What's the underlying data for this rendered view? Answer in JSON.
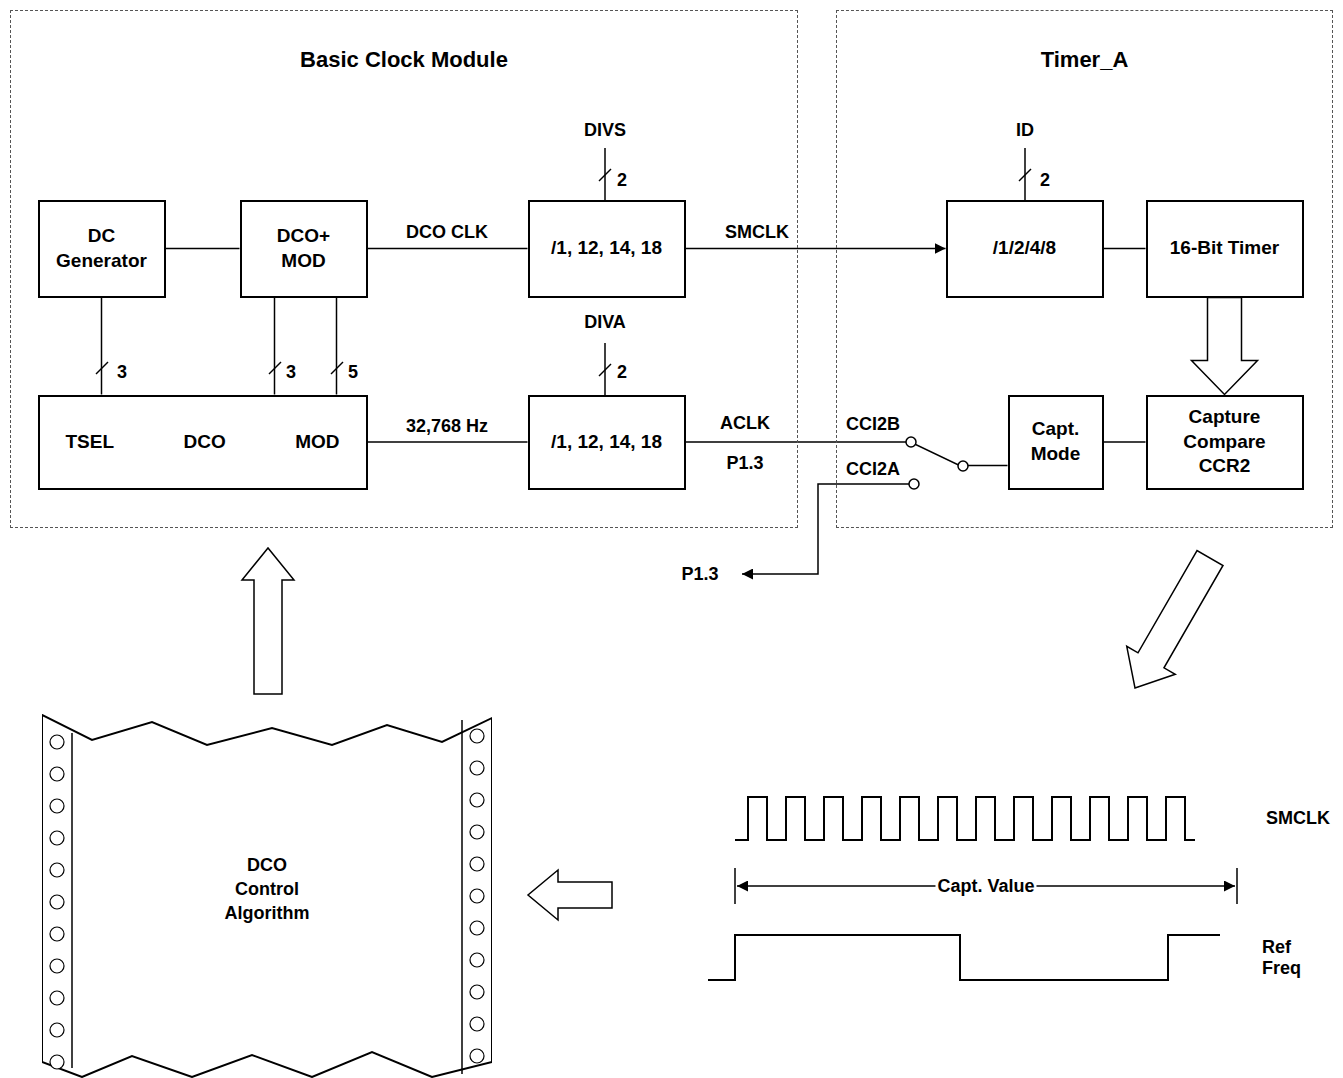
{
  "diagram": {
    "nodes": [
      {
        "text": [
          "Basic Clock Module"
        ]
      },
      {
        "text": [
          "DC Generator"
        ],
        "in": 0
      },
      {
        "text": [
          "DCO+ MOD"
        ],
        "in": 0
      },
      {
        "text": [
          "/1, 12, 14, 18"
        ],
        "in": 0
      },
      {
        "text": [
          "TSEL",
          "DCO",
          "MOD"
        ],
        "in": 0
      },
      {
        "text": [
          "/1, 12, 14, 18"
        ],
        "in": 0
      },
      {
        "text": [
          "Timer_A"
        ]
      },
      {
        "text": [
          "/1/2/4/8"
        ],
        "in": 6
      },
      {
        "text": [
          "16-Bit Timer"
        ],
        "in": 6
      },
      {
        "text": [
          "Capt. Mode"
        ],
        "in": 6
      },
      {
        "text": [
          "Capture Compare CCR2"
        ],
        "in": 6
      },
      {
        "text": [
          "DCO Control Algorithm"
        ]
      }
    ],
    "edges": [
      {
        "from": 1,
        "to": 2,
        "arrow": "none"
      },
      {
        "from": 2,
        "to": 3,
        "label": "DCO CLK",
        "arrow": "none"
      },
      {
        "from": 4,
        "to": 1,
        "arrow": "none"
      },
      {
        "from": 4,
        "to": 2,
        "arrow": "none"
      },
      {
        "from": 4,
        "to": 2,
        "arrow": "none"
      },
      {
        "from": 4,
        "to": 5,
        "label": "32,768 Hz",
        "arrow": "none"
      },
      {
        "from": 3,
        "to": 7,
        "label": "SMCLK",
        "arrow": "to"
      },
      {
        "from": 7,
        "to": 8,
        "arrow": "none"
      },
      {
        "from": 8,
        "to": 10,
        "arrow": "to"
      },
      {
        "from": 9,
        "to": 10,
        "arrow": "none"
      },
      {
        "from": 5,
        "to": 9,
        "label": "ACLK",
        "arrow": "none"
      },
      {
        "from": 11,
        "to": 0,
        "arrow": "to"
      }
    ],
    "labels": [
      "DIVS",
      "2",
      "DIVA",
      "2",
      "3",
      "3",
      "5",
      "ID",
      "2",
      "CCI2B",
      "P1.3",
      "CCI2A",
      "P1.3",
      "SMCLK",
      "Capt. Value",
      "Ref Freq"
    ]
  }
}
